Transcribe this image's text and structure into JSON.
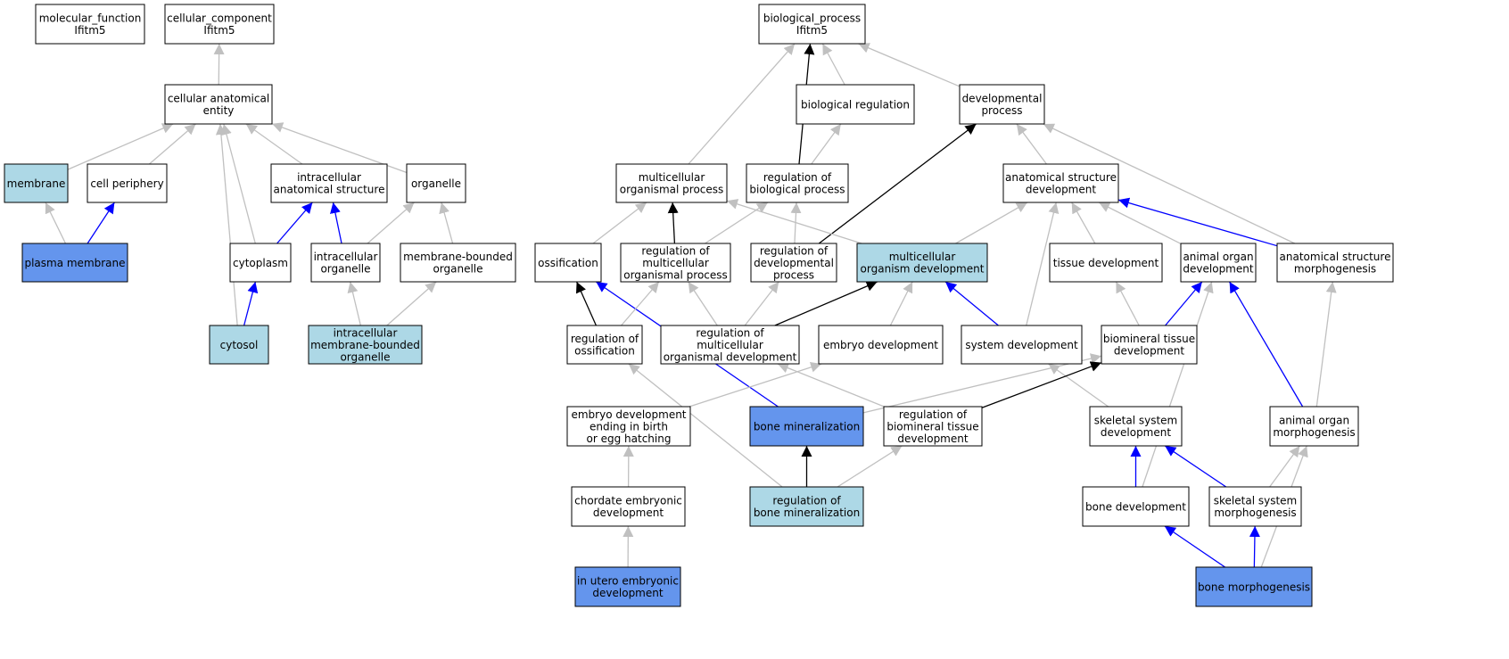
{
  "colors": {
    "plain": "#ffffff",
    "light": "#add8e6",
    "dark": "#6495ed",
    "edge_is_a": "#c0c0c0",
    "edge_part_of": "#0000ff",
    "edge_regulates": "#000000"
  },
  "nodes": [
    {
      "id": "mf",
      "lines": [
        "molecular_function",
        "Ifitm5"
      ],
      "fill": "plain"
    },
    {
      "id": "cc",
      "lines": [
        "cellular_component",
        "Ifitm5"
      ],
      "fill": "plain"
    },
    {
      "id": "bp",
      "lines": [
        "biological_process",
        "Ifitm5"
      ],
      "fill": "plain"
    },
    {
      "id": "cae",
      "lines": [
        "cellular anatomical",
        "entity"
      ],
      "fill": "plain"
    },
    {
      "id": "biolreg",
      "lines": [
        "biological regulation"
      ],
      "fill": "plain"
    },
    {
      "id": "devproc",
      "lines": [
        "developmental",
        "process"
      ],
      "fill": "plain"
    },
    {
      "id": "membrane",
      "lines": [
        "membrane"
      ],
      "fill": "light"
    },
    {
      "id": "cellper",
      "lines": [
        "cell periphery"
      ],
      "fill": "plain"
    },
    {
      "id": "ias",
      "lines": [
        "intracellular",
        "anatomical structure"
      ],
      "fill": "plain"
    },
    {
      "id": "organelle",
      "lines": [
        "organelle"
      ],
      "fill": "plain"
    },
    {
      "id": "mop",
      "lines": [
        "multicellular",
        "organismal process"
      ],
      "fill": "plain"
    },
    {
      "id": "rbp",
      "lines": [
        "regulation of",
        "biological process"
      ],
      "fill": "plain"
    },
    {
      "id": "asd",
      "lines": [
        "anatomical structure",
        "development"
      ],
      "fill": "plain"
    },
    {
      "id": "pm",
      "lines": [
        "plasma membrane"
      ],
      "fill": "dark"
    },
    {
      "id": "cytoplasm",
      "lines": [
        "cytoplasm"
      ],
      "fill": "plain"
    },
    {
      "id": "intorg",
      "lines": [
        "intracellular",
        "organelle"
      ],
      "fill": "plain"
    },
    {
      "id": "mbo",
      "lines": [
        "membrane-bounded",
        "organelle"
      ],
      "fill": "plain"
    },
    {
      "id": "ossif",
      "lines": [
        "ossification"
      ],
      "fill": "plain"
    },
    {
      "id": "rmop",
      "lines": [
        "regulation of",
        "multicellular",
        "organismal process"
      ],
      "fill": "plain"
    },
    {
      "id": "rdp",
      "lines": [
        "regulation of",
        "developmental",
        "process"
      ],
      "fill": "plain"
    },
    {
      "id": "mod",
      "lines": [
        "multicellular",
        "organism development"
      ],
      "fill": "light"
    },
    {
      "id": "tissdev",
      "lines": [
        "tissue development"
      ],
      "fill": "plain"
    },
    {
      "id": "aod",
      "lines": [
        "animal organ",
        "development"
      ],
      "fill": "plain"
    },
    {
      "id": "asm",
      "lines": [
        "anatomical structure",
        "morphogenesis"
      ],
      "fill": "plain"
    },
    {
      "id": "cytosol",
      "lines": [
        "cytosol"
      ],
      "fill": "light"
    },
    {
      "id": "imbo",
      "lines": [
        "intracellular",
        "membrane-bounded",
        "organelle"
      ],
      "fill": "light"
    },
    {
      "id": "rossif",
      "lines": [
        "regulation of",
        "ossification"
      ],
      "fill": "plain"
    },
    {
      "id": "rmod",
      "lines": [
        "regulation of",
        "multicellular",
        "organismal development"
      ],
      "fill": "plain"
    },
    {
      "id": "embdev",
      "lines": [
        "embryo development"
      ],
      "fill": "plain"
    },
    {
      "id": "sysdev",
      "lines": [
        "system development"
      ],
      "fill": "plain"
    },
    {
      "id": "btd",
      "lines": [
        "biomineral tissue",
        "development"
      ],
      "fill": "plain"
    },
    {
      "id": "edebeh",
      "lines": [
        "embryo development",
        "ending in birth",
        "or egg hatching"
      ],
      "fill": "plain"
    },
    {
      "id": "bonemin",
      "lines": [
        "bone mineralization"
      ],
      "fill": "dark"
    },
    {
      "id": "rbtd",
      "lines": [
        "regulation of",
        "biomineral tissue",
        "development"
      ],
      "fill": "plain"
    },
    {
      "id": "ssd",
      "lines": [
        "skeletal system",
        "development"
      ],
      "fill": "plain"
    },
    {
      "id": "aom",
      "lines": [
        "animal organ",
        "morphogenesis"
      ],
      "fill": "plain"
    },
    {
      "id": "ced",
      "lines": [
        "chordate embryonic",
        "development"
      ],
      "fill": "plain"
    },
    {
      "id": "rbm",
      "lines": [
        "regulation of",
        "bone mineralization"
      ],
      "fill": "light"
    },
    {
      "id": "bonedev",
      "lines": [
        "bone development"
      ],
      "fill": "plain"
    },
    {
      "id": "ssm",
      "lines": [
        "skeletal system",
        "morphogenesis"
      ],
      "fill": "plain"
    },
    {
      "id": "iued",
      "lines": [
        "in utero embryonic",
        "development"
      ],
      "fill": "dark"
    },
    {
      "id": "bonemorph",
      "lines": [
        "bone morphogenesis"
      ],
      "fill": "dark"
    }
  ],
  "edges": [
    {
      "from": "cae",
      "to": "cc",
      "type": "is_a"
    },
    {
      "from": "membrane",
      "to": "cae",
      "type": "is_a"
    },
    {
      "from": "cellper",
      "to": "cae",
      "type": "is_a"
    },
    {
      "from": "ias",
      "to": "cae",
      "type": "is_a"
    },
    {
      "from": "organelle",
      "to": "cae",
      "type": "is_a"
    },
    {
      "from": "cytoplasm",
      "to": "cae",
      "type": "is_a"
    },
    {
      "from": "cytosol",
      "to": "cae",
      "type": "is_a"
    },
    {
      "from": "pm",
      "to": "membrane",
      "type": "is_a"
    },
    {
      "from": "pm",
      "to": "cellper",
      "type": "part_of"
    },
    {
      "from": "cytoplasm",
      "to": "ias",
      "type": "part_of"
    },
    {
      "from": "intorg",
      "to": "ias",
      "type": "part_of"
    },
    {
      "from": "intorg",
      "to": "organelle",
      "type": "is_a"
    },
    {
      "from": "mbo",
      "to": "organelle",
      "type": "is_a"
    },
    {
      "from": "cytosol",
      "to": "cytoplasm",
      "type": "part_of"
    },
    {
      "from": "imbo",
      "to": "intorg",
      "type": "is_a"
    },
    {
      "from": "imbo",
      "to": "mbo",
      "type": "is_a"
    },
    {
      "from": "mop",
      "to": "bp",
      "type": "is_a"
    },
    {
      "from": "rbp",
      "to": "bp",
      "type": "regulates"
    },
    {
      "from": "biolreg",
      "to": "bp",
      "type": "is_a"
    },
    {
      "from": "devproc",
      "to": "bp",
      "type": "is_a"
    },
    {
      "from": "rbp",
      "to": "biolreg",
      "type": "is_a"
    },
    {
      "from": "asd",
      "to": "devproc",
      "type": "is_a"
    },
    {
      "from": "asm",
      "to": "devproc",
      "type": "is_a"
    },
    {
      "from": "rdp",
      "to": "devproc",
      "type": "regulates"
    },
    {
      "from": "ossif",
      "to": "mop",
      "type": "is_a"
    },
    {
      "from": "rmop",
      "to": "mop",
      "type": "regulates"
    },
    {
      "from": "mod",
      "to": "mop",
      "type": "is_a"
    },
    {
      "from": "rmop",
      "to": "rbp",
      "type": "is_a"
    },
    {
      "from": "rdp",
      "to": "rbp",
      "type": "is_a"
    },
    {
      "from": "mod",
      "to": "asd",
      "type": "is_a"
    },
    {
      "from": "tissdev",
      "to": "asd",
      "type": "is_a"
    },
    {
      "from": "aod",
      "to": "asd",
      "type": "is_a"
    },
    {
      "from": "sysdev",
      "to": "asd",
      "type": "is_a"
    },
    {
      "from": "asm",
      "to": "asd",
      "type": "part_of"
    },
    {
      "from": "rossif",
      "to": "ossif",
      "type": "regulates"
    },
    {
      "from": "bonemin",
      "to": "ossif",
      "type": "part_of"
    },
    {
      "from": "rossif",
      "to": "rmop",
      "type": "is_a"
    },
    {
      "from": "rmod",
      "to": "rmop",
      "type": "is_a"
    },
    {
      "from": "rmod",
      "to": "rdp",
      "type": "is_a"
    },
    {
      "from": "rmod",
      "to": "mod",
      "type": "regulates"
    },
    {
      "from": "embdev",
      "to": "mod",
      "type": "is_a"
    },
    {
      "from": "sysdev",
      "to": "mod",
      "type": "part_of"
    },
    {
      "from": "btd",
      "to": "tissdev",
      "type": "is_a"
    },
    {
      "from": "btd",
      "to": "aod",
      "type": "part_of"
    },
    {
      "from": "aom",
      "to": "aod",
      "type": "part_of"
    },
    {
      "from": "bonedev",
      "to": "aod",
      "type": "is_a"
    },
    {
      "from": "aom",
      "to": "asm",
      "type": "is_a"
    },
    {
      "from": "edebeh",
      "to": "embdev",
      "type": "is_a"
    },
    {
      "from": "ssd",
      "to": "sysdev",
      "type": "is_a"
    },
    {
      "from": "rbtd",
      "to": "rmod",
      "type": "is_a"
    },
    {
      "from": "bonemin",
      "to": "btd",
      "type": "is_a"
    },
    {
      "from": "rbtd",
      "to": "btd",
      "type": "regulates"
    },
    {
      "from": "ced",
      "to": "edebeh",
      "type": "is_a"
    },
    {
      "from": "rbm",
      "to": "bonemin",
      "type": "regulates"
    },
    {
      "from": "rbm",
      "to": "rossif",
      "type": "is_a"
    },
    {
      "from": "rbm",
      "to": "rbtd",
      "type": "is_a"
    },
    {
      "from": "bonedev",
      "to": "ssd",
      "type": "part_of"
    },
    {
      "from": "ssm",
      "to": "ssd",
      "type": "part_of"
    },
    {
      "from": "ssm",
      "to": "aom",
      "type": "is_a"
    },
    {
      "from": "bonemorph",
      "to": "aom",
      "type": "is_a"
    },
    {
      "from": "iued",
      "to": "ced",
      "type": "is_a"
    },
    {
      "from": "bonemorph",
      "to": "bonedev",
      "type": "part_of"
    },
    {
      "from": "bonemorph",
      "to": "ssm",
      "type": "part_of"
    }
  ]
}
